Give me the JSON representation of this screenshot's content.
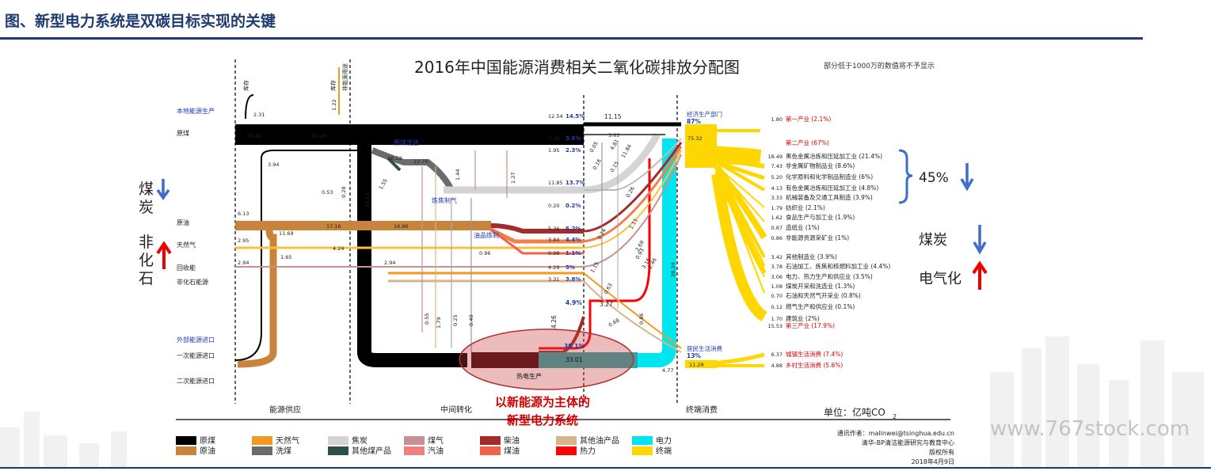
{
  "page": {
    "header_title": "图、新型电力系统是双碳目标实现的关键",
    "watermark": "www.767stock.com"
  },
  "diagram": {
    "title": "2016年中国能源消费相关二氧化碳排放分配图",
    "note": "部分低于1000万的数值将不予显示",
    "unit_label": "单位：亿吨CO",
    "unit_sub": "2",
    "column_labels": [
      "能源供应",
      "中间转化",
      "终端消费"
    ],
    "top_labels": [
      "库存",
      "库存",
      "非能源用途"
    ],
    "source_labels": {
      "local": "本地能源生产",
      "coal": "原煤",
      "crude": "原油",
      "gas": "天然气",
      "recovered": "回收能",
      "nonfossil": "非化石能源",
      "import": "外部能源进口",
      "import1": "一次能源进口",
      "import2": "二次能源进口"
    },
    "process_labels": {
      "coal_wash": "原煤洗选",
      "coking": "炼焦制气",
      "refining": "油品炼制",
      "chp": "热电生产"
    },
    "supply_values": [
      "2.31",
      "1.22",
      "59.42",
      "64.28",
      "3.94",
      "0.53",
      "0.28",
      "33.67",
      "1.55",
      "16.22",
      "12.79",
      "1.44",
      "1.27",
      "6.13",
      "11.69",
      "17.16",
      "16.96",
      "2.95",
      "4.24",
      "1.65",
      "2.94",
      "2.94",
      "0.96",
      "0.55",
      "1.79",
      "0.25",
      "0.40"
    ],
    "mid_values": [
      {
        "v": "12.54",
        "p": "14.5%"
      },
      {
        "v": "3.08",
        "p": "3.6%"
      },
      {
        "v": "1.95",
        "p": "2.3%"
      },
      {
        "v": "11.85",
        "p": "13.7%"
      },
      {
        "v": "0.20",
        "p": "0.2%"
      },
      {
        "v": "5.36",
        "p": "6.2%"
      },
      {
        "v": "3.84",
        "p": "4.4%"
      },
      {
        "v": "0.98",
        "p": "1.1%"
      },
      {
        "v": "4.29",
        "p": "5%"
      },
      {
        "v": "3.31",
        "p": "3.8%"
      }
    ],
    "mid_extra": [
      "4.9%",
      "38.1%",
      "33.01",
      "3.27",
      "4.26",
      "11.15"
    ],
    "right_stream_values": [
      "3.03",
      "4.81",
      "0.05",
      "11.84",
      "0.16",
      "0.15",
      "0.26",
      "1.11",
      "2.69",
      "0.93",
      "3.16",
      "2.46",
      "1.15",
      "0.63",
      "0.68",
      "0.24",
      "28.24",
      "0.86",
      "4.77",
      "75.32"
    ],
    "end_econ": {
      "label": "经济生产部门",
      "pct": "87%"
    },
    "end_res": {
      "label": "居民生活消费",
      "pct": "13%"
    },
    "res_value": "11.29",
    "sectors": [
      {
        "v": "1.80",
        "label": "第一产业 (2.1%)",
        "red": true
      },
      {
        "v": "",
        "label": "第二产业 (67%)",
        "red": true
      },
      {
        "v": "18.49",
        "label": "黑色金属冶炼和压延加工业 (21.4%)",
        "red": false
      },
      {
        "v": "7.43",
        "label": "非金属矿物制品业 (8.6%)",
        "red": false
      },
      {
        "v": "5.20",
        "label": "化学原料和化学制品制造业 (6%)",
        "red": false
      },
      {
        "v": "4.13",
        "label": "有色金属冶炼和压延加工业 (4.8%)",
        "red": false
      },
      {
        "v": "3.33",
        "label": "机械装备及交通工具制造 (3.9%)",
        "red": false
      },
      {
        "v": "1.79",
        "label": "纺织业 (2.1%)",
        "red": false
      },
      {
        "v": "1.62",
        "label": "食品生产与加工业 (1.9%)",
        "red": false
      },
      {
        "v": "0.87",
        "label": "造纸业 (1%)",
        "red": false
      },
      {
        "v": "0.86",
        "label": "非能源资源采矿业 (1%)",
        "red": false
      },
      {
        "v": "3.42",
        "label": "其他制造业 (3.9%)",
        "red": false
      },
      {
        "v": "3.78",
        "label": "石油加工、炼焦和核燃料加工业 (4.4%)",
        "red": false
      },
      {
        "v": "3.06",
        "label": "电力、热力生产和供应业 (3.5%)",
        "red": false
      },
      {
        "v": "1.08",
        "label": "煤炭开采和洗选业 (1.3%)",
        "red": false
      },
      {
        "v": "0.70",
        "label": "石油和天然气开采业 (0.8%)",
        "red": false
      },
      {
        "v": "0.12",
        "label": "燃气生产和供应业 (0.1%)",
        "red": false
      },
      {
        "v": "1.70",
        "label": "建筑业 (2%)",
        "red": false
      },
      {
        "v": "15.53",
        "label": "第三产业 (17.9%)",
        "red": true
      },
      {
        "v": "6.37",
        "label": "城镇生活消费 (7.4%)",
        "red": true
      },
      {
        "v": "4.88",
        "label": "乡村生活消费 (5.6%)",
        "red": true
      }
    ],
    "annotations": {
      "coal_left": "煤炭",
      "nonfossil_left": [
        "非",
        "化",
        "石"
      ],
      "pct_45": "45%",
      "coal_right": "煤炭",
      "electrification": "电气化",
      "callout": [
        "以新能源为主体的",
        "新型电力系统"
      ]
    },
    "legend": [
      {
        "a": "原煤",
        "ca": "#000000",
        "b": "原油",
        "cb": "#c8843a"
      },
      {
        "a": "天然气",
        "ca": "#f39a1e",
        "b": "洗煤",
        "cb": "#6b6b6b"
      },
      {
        "a": "焦炭",
        "ca": "#d4d4d4",
        "b": "其他煤产品",
        "cb": "#2f4f4a"
      },
      {
        "a": "煤气",
        "ca": "#c89090",
        "b": "汽油",
        "cb": "#f08080"
      },
      {
        "a": "柴油",
        "ca": "#a52a2a",
        "b": "煤油",
        "cb": "#f0604a"
      },
      {
        "a": "其他油产品",
        "ca": "#d9b48a",
        "b": "热力",
        "cb": "#ff0000"
      },
      {
        "a": "电力",
        "ca": "#00e5ee",
        "b": "终端",
        "cb": "#ffd700"
      }
    ],
    "credits": [
      "通讯作者：malinwei@tsinghua.edu.cn",
      "清华-BP清洁能源研究与教育中心",
      "版权所有",
      "2018年4月9日"
    ]
  }
}
